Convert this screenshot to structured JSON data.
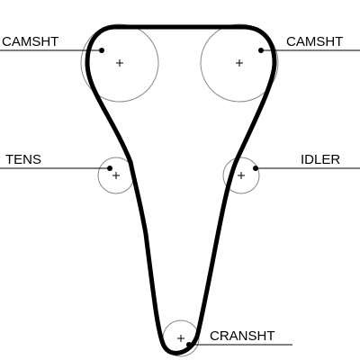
{
  "labels": {
    "camshaft_left": "CAMSHT",
    "camshaft_right": "CAMSHT",
    "tensioner": "TENS",
    "idler": "IDLER",
    "crankshaft": "CRANSHT"
  },
  "colors": {
    "belt": "#000000",
    "pulley_outline": "#888888",
    "background": "#ffffff"
  }
}
